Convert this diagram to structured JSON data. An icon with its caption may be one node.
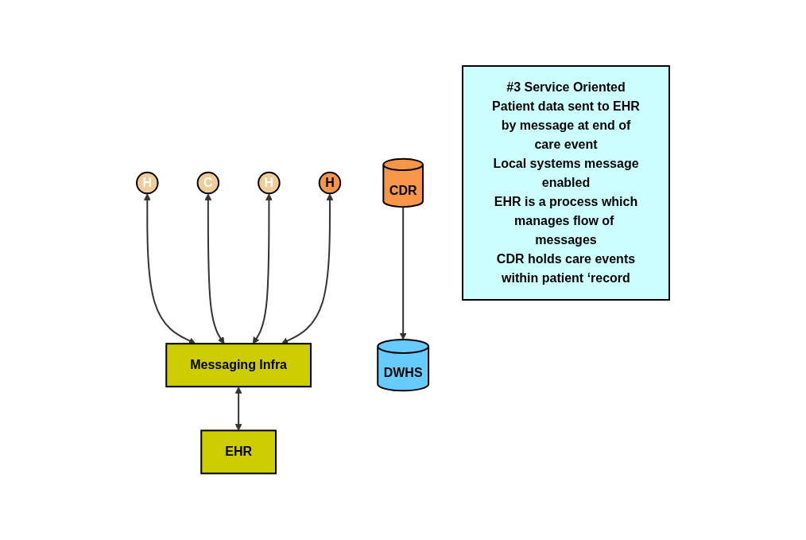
{
  "diagram": {
    "nodes": [
      {
        "text": [
          "H"
        ]
      },
      {
        "text": [
          "C"
        ]
      },
      {
        "text": [
          "H"
        ]
      },
      {
        "text": [
          "H"
        ]
      },
      {
        "text": [
          "Messaging Infra"
        ]
      },
      {
        "text": [
          "EHR"
        ]
      },
      {
        "text": [
          "CDR"
        ]
      },
      {
        "text": [
          "DWHS"
        ]
      },
      {
        "text": [
          "#3 Service Oriented",
          "Patient data sent to EHR by message at end of care event",
          "Local systems message enabled",
          "EHR is a process which manages flow of messages",
          "CDR holds care events within patient ‘record"
        ]
      }
    ],
    "edges": [
      {
        "from": 0,
        "to": 4,
        "arrow": "both"
      },
      {
        "from": 1,
        "to": 4,
        "arrow": "both"
      },
      {
        "from": 2,
        "to": 4,
        "arrow": "both"
      },
      {
        "from": 3,
        "to": 4,
        "arrow": "both"
      },
      {
        "from": 4,
        "to": 5,
        "arrow": "both"
      },
      {
        "from": 6,
        "to": 7,
        "arrow": "to"
      }
    ]
  }
}
